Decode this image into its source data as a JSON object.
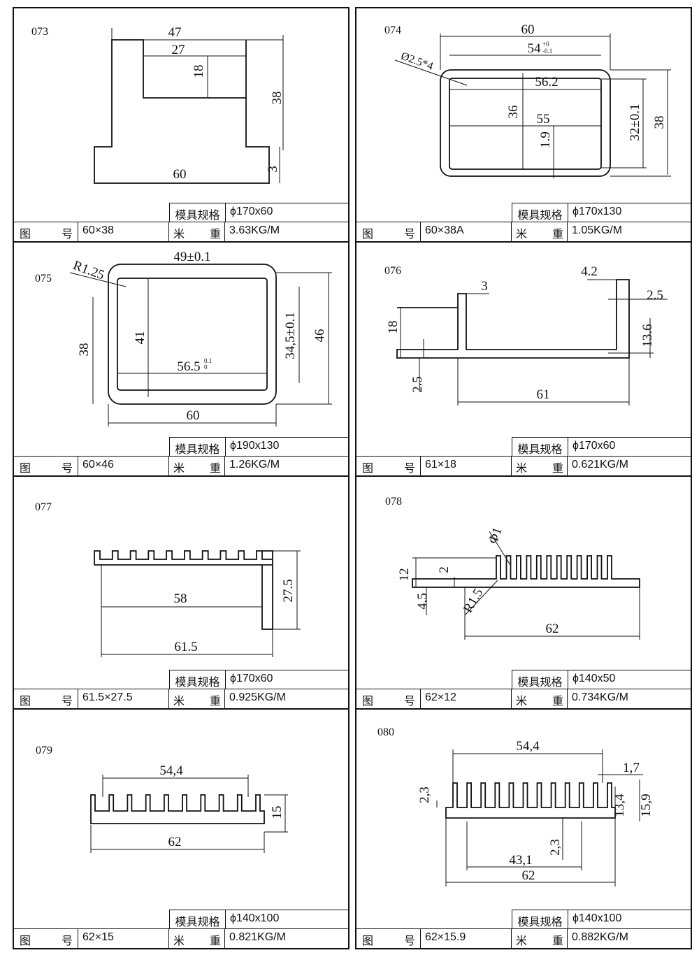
{
  "labels": {
    "mold": "模具规格",
    "code": "图　号",
    "weight": "米　重"
  },
  "figures": [
    {
      "id": "073",
      "code": "60×38",
      "mold": "ϕ170x60",
      "weight": "3.63KG/M",
      "dims": [
        "47",
        "27",
        "18",
        "38",
        "60",
        "3"
      ]
    },
    {
      "id": "074",
      "code": "60×38A",
      "mold": "ϕ170x130",
      "weight": "1.05KG/M",
      "dims": [
        "60",
        "54",
        "+0",
        "-0.1",
        "Ø2.5*4",
        "56.2",
        "36",
        "55",
        "1.9",
        "32±0.1",
        "38"
      ]
    },
    {
      "id": "075",
      "code": "60×46",
      "mold": "ϕ190x130",
      "weight": "1.26KG/M",
      "dims": [
        "49±0.1",
        "R1.25",
        "38",
        "41",
        "56.5",
        "0.1",
        "0",
        "34,5±0.1",
        "46",
        "60"
      ]
    },
    {
      "id": "076",
      "code": "61×18",
      "mold": "ϕ170x60",
      "weight": "0.621KG/M",
      "dims": [
        "3",
        "4.2",
        "2.5",
        "18",
        "13.6",
        "2.5",
        "61"
      ]
    },
    {
      "id": "077",
      "code": "61.5×27.5",
      "mold": "ϕ170x60",
      "weight": "0.925KG/M",
      "dims": [
        "58",
        "61.5",
        "27.5"
      ]
    },
    {
      "id": "078",
      "code": "62×12",
      "mold": "ϕ140x50",
      "weight": "0.734KG/M",
      "dims": [
        "Φ1",
        "12",
        "2",
        "4.5",
        "R1.5",
        "62"
      ]
    },
    {
      "id": "079",
      "code": "62×15",
      "mold": "ϕ140x100",
      "weight": "0.821KG/M",
      "dims": [
        "54,4",
        "15",
        "62"
      ]
    },
    {
      "id": "080",
      "code": "62×15.9",
      "mold": "ϕ140x100",
      "weight": "0.882KG/M",
      "dims": [
        "54,4",
        "2,3",
        "1,7",
        "13,4",
        "15,9",
        "2,3",
        "43,1",
        "62"
      ]
    }
  ]
}
